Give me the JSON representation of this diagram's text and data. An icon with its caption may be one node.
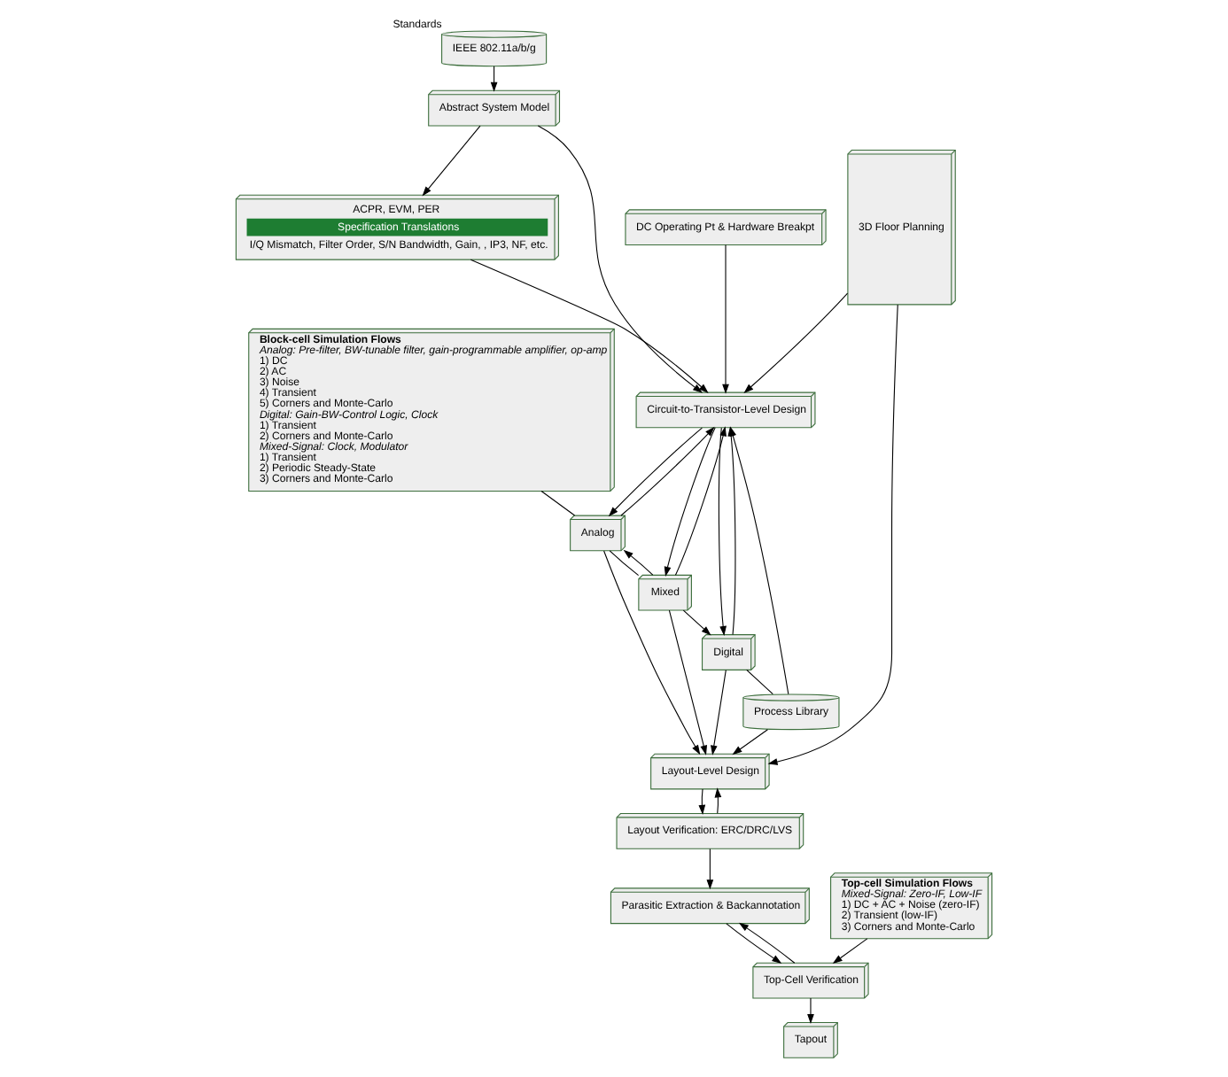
{
  "diagram": {
    "nodes": [
      {
        "text": [
          "ACPR, EVM, PER",
          "Specification Translations",
          "I/Q Mismatch, Filter Order, S/N Bandwidth, Gain, , IP3, NF, etc."
        ]
      },
      {
        "text": [
          "Abstract System Model"
        ]
      },
      {
        "text": [
          "IEEE 802.11a/b/g"
        ],
        "beside": [
          "Standards"
        ]
      },
      {
        "text": [
          "Circuit-to-Transistor-Level Design"
        ]
      },
      {
        "text": [
          "DC Operating Pt & Hardware Breakpt"
        ]
      },
      {
        "text": [
          "Block-cell Simulation Flows",
          "Analog: Pre-filter, BW-tunable filter, gain-programmable amplifier, op-amp",
          "1) DC",
          "2) AC",
          "3) Noise",
          "4) Transient",
          "5) Corners and Monte-Carlo",
          "Digital: Gain-BW-Control Logic, Clock",
          "1) Transient",
          "2) Corners and Monte-Carlo",
          "Mixed-Signal: Clock, Modulator",
          "1) Transient",
          "2) Periodic Steady-State",
          "3) Corners and Monte-Carlo"
        ]
      },
      {
        "text": [
          "Analog"
        ]
      },
      {
        "text": [
          "Mixed"
        ]
      },
      {
        "text": [
          "Digital"
        ]
      },
      {
        "text": [
          "Process Library"
        ]
      },
      {
        "text": [
          "Layout-Level Design"
        ]
      },
      {
        "text": [
          "Layout Verification: ERC/DRC/LVS"
        ]
      },
      {
        "text": [
          "Parasitic Extraction & Backannotation"
        ]
      },
      {
        "text": [
          "3D Floor Planning"
        ]
      },
      {
        "text": [
          "Top-cell Simulation Flows",
          "Mixed-Signal: Zero-IF, Low-IF",
          "1) DC + AC + Noise (zero-IF)",
          "2) Transient (low-IF)",
          "3) Corners and Monte-Carlo"
        ]
      },
      {
        "text": [
          "Top-Cell Verification"
        ]
      },
      {
        "text": [
          "Tapout"
        ]
      }
    ],
    "edges": [
      {
        "from": 2,
        "to": 1,
        "arrow": "to"
      },
      {
        "from": 1,
        "to": 0,
        "arrow": "to"
      },
      {
        "from": 1,
        "to": 3,
        "arrow": "to"
      },
      {
        "from": 0,
        "to": 3,
        "arrow": "to"
      },
      {
        "from": 4,
        "to": 3,
        "arrow": "to"
      },
      {
        "from": 3,
        "to": 6,
        "arrow": "to"
      },
      {
        "from": 3,
        "to": 7,
        "arrow": "to"
      },
      {
        "from": 3,
        "to": 8,
        "arrow": "to"
      },
      {
        "from": 6,
        "to": 3,
        "arrow": "to"
      },
      {
        "from": 7,
        "to": 3,
        "arrow": "to"
      },
      {
        "from": 8,
        "to": 3,
        "arrow": "to"
      },
      {
        "from": 5,
        "to": 6,
        "arrow": "none"
      },
      {
        "from": 6,
        "to": 7,
        "arrow": "none"
      },
      {
        "from": 7,
        "to": 8,
        "arrow": "to"
      },
      {
        "from": 7,
        "to": 6,
        "arrow": "to"
      },
      {
        "from": 8,
        "to": 9,
        "arrow": "none"
      },
      {
        "from": 9,
        "to": 3,
        "arrow": "to"
      },
      {
        "from": 9,
        "to": 10,
        "arrow": "to"
      },
      {
        "from": 13,
        "to": 3,
        "arrow": "to"
      },
      {
        "from": 13,
        "to": 10,
        "arrow": "to"
      },
      {
        "from": 6,
        "to": 10,
        "arrow": "to"
      },
      {
        "from": 7,
        "to": 10,
        "arrow": "to"
      },
      {
        "from": 8,
        "to": 10,
        "arrow": "to"
      },
      {
        "from": 10,
        "to": 11,
        "arrow": "to"
      },
      {
        "from": 11,
        "to": 10,
        "arrow": "to"
      },
      {
        "from": 11,
        "to": 12,
        "arrow": "to"
      },
      {
        "from": 12,
        "to": 15,
        "arrow": "to"
      },
      {
        "from": 15,
        "to": 12,
        "arrow": "to"
      },
      {
        "from": 14,
        "to": 15,
        "arrow": "to"
      },
      {
        "from": 15,
        "to": 16,
        "arrow": "to"
      }
    ]
  }
}
